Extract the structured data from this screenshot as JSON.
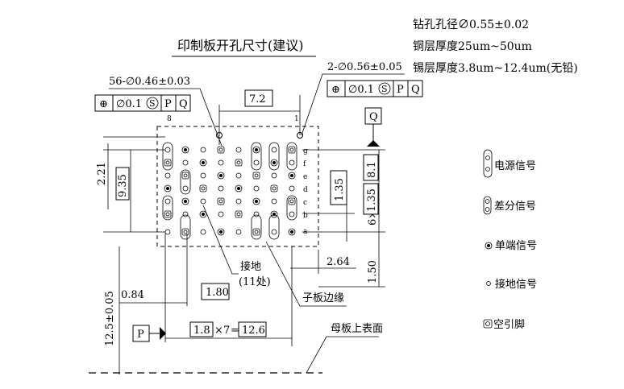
{
  "spec_lines": [
    "钻孔孔径∅0.55±0.02",
    "铜层厚度25um~50um",
    "锡层厚度3.8um~12.4um(无铅)"
  ],
  "title": "印制板开孔尺寸(建议)",
  "callout_small_holes": "56-∅0.46±0.03",
  "callout_large_holes": "2-∅0.56±0.05",
  "fcf_left": [
    "⊕",
    "∅0.1",
    "S",
    "P",
    "Q"
  ],
  "fcf_right": [
    "⊕",
    "∅0.1",
    "S",
    "P",
    "Q"
  ],
  "datum_q": "Q",
  "datum_p": "P",
  "dims": {
    "pitch_top": "7.2",
    "height_left": "2.21",
    "pitch_left": "9.35",
    "right_pitch": "1.35",
    "right_count": "6×",
    "right_pitch2": "1.35",
    "right_total": "8.1",
    "right_offset": "2.64",
    "right_bottom": "1.50",
    "bottom_left": "0.84",
    "bottom_pitch": "1.80",
    "bottom_total_a": "1.8",
    "bottom_total_x": "×",
    "bottom_total_n": "7",
    "bottom_total_eq": "=",
    "bottom_total_b": "12.6",
    "vertical_total": "12.5±0.05"
  },
  "col_labels": [
    "8",
    "1"
  ],
  "row_labels": [
    "g",
    "f",
    "e",
    "d",
    "c",
    "b",
    "a"
  ],
  "labels": {
    "ground": "接地",
    "ground_count": "(11处)",
    "board_edge": "子板边缘",
    "mother_surface": "母板上表面"
  },
  "legend": [
    {
      "icon": "power-pin-icon",
      "text": "电源信号"
    },
    {
      "icon": "diff-pin-icon",
      "text": "差分信号"
    },
    {
      "icon": "single-pin-icon",
      "text": "单端信号"
    },
    {
      "icon": "ground-pin-icon",
      "text": "接地信号"
    },
    {
      "icon": "empty-pin-icon",
      "text": "空引脚"
    }
  ]
}
